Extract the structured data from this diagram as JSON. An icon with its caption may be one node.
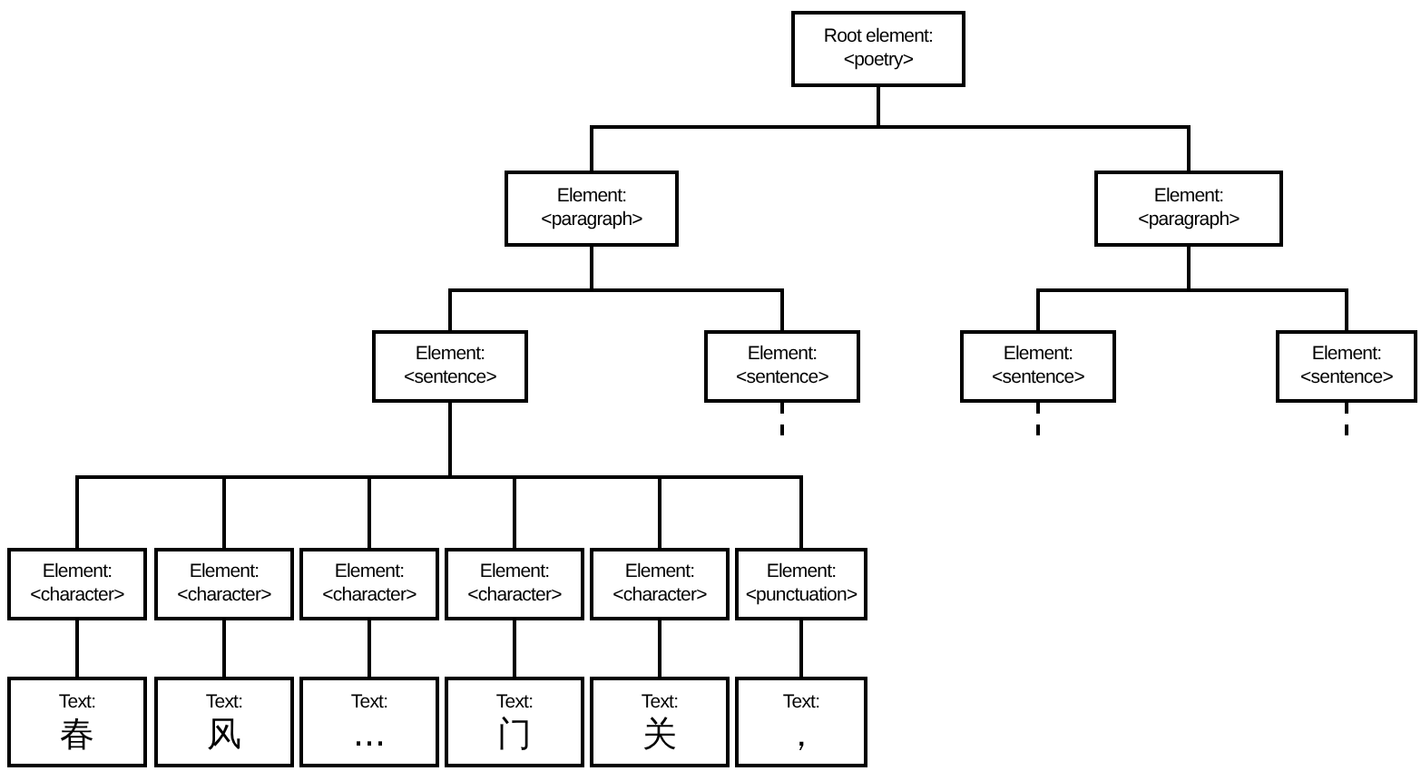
{
  "diagram": {
    "nodes": [
      {
        "text": [
          "Root element:",
          "<poetry>"
        ]
      },
      {
        "text": [
          "Element:",
          "<paragraph>"
        ]
      },
      {
        "text": [
          "Element:",
          "<paragraph>"
        ]
      },
      {
        "text": [
          "Element:",
          "<sentence>"
        ]
      },
      {
        "text": [
          "Element:",
          "<sentence>"
        ]
      },
      {
        "text": [
          "Element:",
          "<sentence>"
        ]
      },
      {
        "text": [
          "Element:",
          "<sentence>"
        ]
      },
      {
        "text": [
          "Element:",
          "<character>"
        ]
      },
      {
        "text": [
          "Element:",
          "<character>"
        ]
      },
      {
        "text": [
          "Element:",
          "<character>"
        ]
      },
      {
        "text": [
          "Element:",
          "<character>"
        ]
      },
      {
        "text": [
          "Element:",
          "<character>"
        ]
      },
      {
        "text": [
          "Element:",
          "<punctuation>"
        ]
      },
      {
        "text": [
          "Text:",
          "春"
        ]
      },
      {
        "text": [
          "Text:",
          "风"
        ]
      },
      {
        "text": [
          "Text:",
          "..."
        ]
      },
      {
        "text": [
          "Text:",
          "门"
        ]
      },
      {
        "text": [
          "Text:",
          "关"
        ]
      },
      {
        "text": [
          "Text:",
          "，"
        ]
      }
    ],
    "edges": [
      {
        "from": 0,
        "to": 1,
        "arrow": "none"
      },
      {
        "from": 0,
        "to": 2,
        "arrow": "none"
      },
      {
        "from": 1,
        "to": 3,
        "arrow": "none"
      },
      {
        "from": 1,
        "to": 4,
        "arrow": "none"
      },
      {
        "from": 2,
        "to": 5,
        "arrow": "none"
      },
      {
        "from": 2,
        "to": 6,
        "arrow": "none"
      },
      {
        "from": 3,
        "to": 7,
        "arrow": "none"
      },
      {
        "from": 3,
        "to": 8,
        "arrow": "none"
      },
      {
        "from": 3,
        "to": 9,
        "arrow": "none"
      },
      {
        "from": 3,
        "to": 10,
        "arrow": "none"
      },
      {
        "from": 3,
        "to": 11,
        "arrow": "none"
      },
      {
        "from": 3,
        "to": 12,
        "arrow": "none"
      },
      {
        "from": 7,
        "to": 13,
        "arrow": "none"
      },
      {
        "from": 8,
        "to": 14,
        "arrow": "none"
      },
      {
        "from": 9,
        "to": 15,
        "arrow": "none"
      },
      {
        "from": 10,
        "to": 16,
        "arrow": "none"
      },
      {
        "from": 11,
        "to": 17,
        "arrow": "none"
      },
      {
        "from": 12,
        "to": 18,
        "arrow": "none"
      },
      {
        "from": 4,
        "to": null,
        "arrow": "none",
        "style": "dashed"
      },
      {
        "from": 5,
        "to": null,
        "arrow": "none",
        "style": "dashed"
      },
      {
        "from": 6,
        "to": null,
        "arrow": "none",
        "style": "dashed"
      }
    ]
  }
}
